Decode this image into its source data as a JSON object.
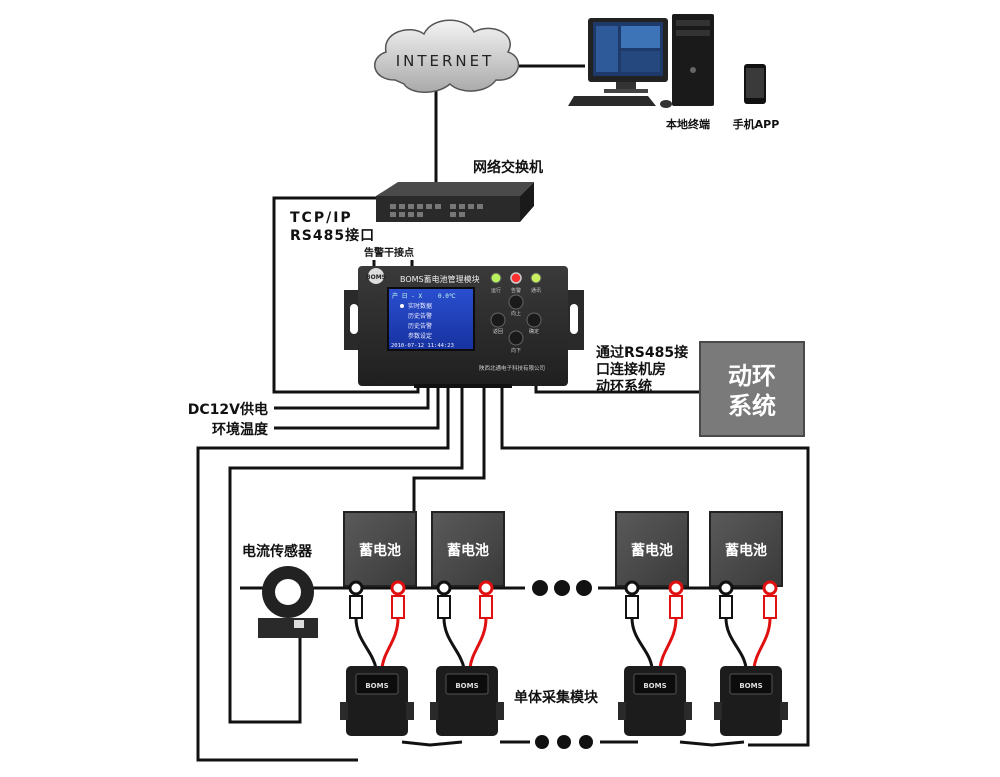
{
  "nodes": {
    "internet": "INTERNET",
    "local_terminal": "本地终端",
    "mobile_app": "手机APP",
    "switch": "网络交换机",
    "tcp_line1": "TCP/IP",
    "tcp_line2": "RS485接口",
    "alarm_contact": "告警干接点",
    "rs485_line1": "通过RS485接",
    "rs485_line2": "口连接机房",
    "rs485_line3": "动环系统",
    "env_system_line1": "动环",
    "env_system_line2": "系统",
    "dc12v": "DC12V供电",
    "env_temp": "环境温度",
    "current_sensor": "电流传感器",
    "cell_module": "单体采集模块"
  },
  "device": {
    "logo": "BOMS",
    "title": "BOMS蓄电池管理模块",
    "led_labels": [
      "运行",
      "告警",
      "通讯"
    ],
    "key_labels": [
      "向上",
      "返回",
      "确定",
      "向下"
    ],
    "footer": "陕西北通电子科技有限公司",
    "screen": {
      "top_left": "产 日 - X",
      "top_right": "0.0℃",
      "menu": [
        "实时数据",
        "历史告警",
        "历史告警",
        "参数设定"
      ],
      "datetime": "2010-07-12  11:44:23"
    }
  },
  "batteries": [
    "蓄电池",
    "蓄电池",
    "蓄电池",
    "蓄电池"
  ],
  "module_logo": "BOMS",
  "colors": {
    "line": "#111111",
    "red_wire": "#e01010",
    "device_body": "#2c2c2c",
    "env_box": "#7a7a7a",
    "battery": "#4a4a4a",
    "screen": "#1f3fb3"
  }
}
